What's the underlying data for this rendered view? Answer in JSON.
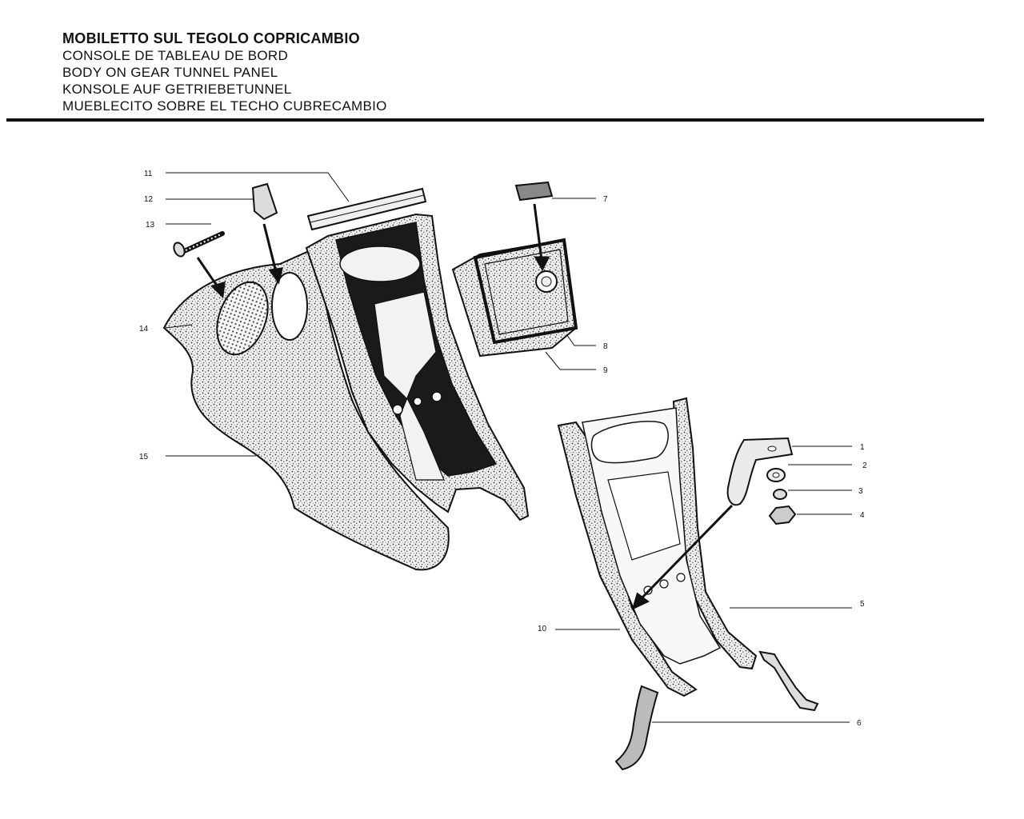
{
  "titles": [
    "MOBILETTO SUL TEGOLO COPRICAMBIO",
    "CONSOLE DE TABLEAU DE BORD",
    "BODY ON GEAR TUNNEL PANEL",
    "KONSOLE AUF GETRIEBETUNNEL",
    "MUEBLECITO SOBRE EL TECHO CUBRECAMBIO"
  ],
  "callouts": {
    "c1": "1",
    "c2": "2",
    "c3": "3",
    "c4": "4",
    "c5": "5",
    "c6": "6",
    "c7": "7",
    "c8": "8",
    "c9": "9",
    "c10": "10",
    "c11": "11",
    "c12": "12",
    "c13": "13",
    "c14": "14",
    "c15": "15"
  }
}
